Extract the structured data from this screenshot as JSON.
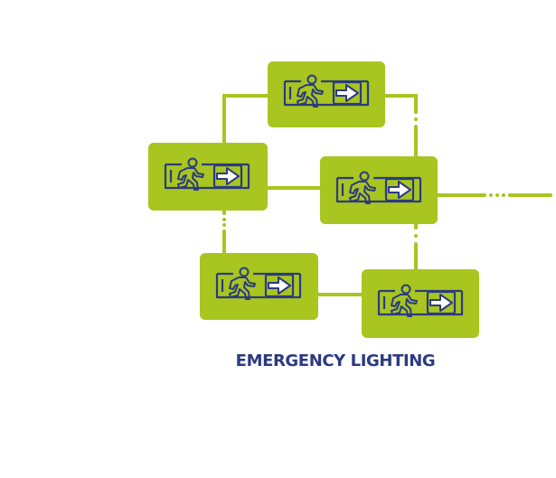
{
  "caption": "EMERGENCY LIGHTING",
  "colors": {
    "sign_green": "#a8c520",
    "connector_green": "#a8c520",
    "pictogram_navy": "#2b3a82",
    "caption_navy": "#2b3a82",
    "background": "#ffffff"
  },
  "diagram": {
    "nodes": [
      {
        "id": "top",
        "icon": "exit-sign-icon"
      },
      {
        "id": "left",
        "icon": "exit-sign-icon"
      },
      {
        "id": "center",
        "icon": "exit-sign-icon"
      },
      {
        "id": "bottom-left",
        "icon": "exit-sign-icon"
      },
      {
        "id": "bottom-right",
        "icon": "exit-sign-icon"
      }
    ],
    "edges": [
      {
        "from": "left",
        "to": "top"
      },
      {
        "from": "top",
        "to": "center"
      },
      {
        "from": "left",
        "to": "center"
      },
      {
        "from": "left",
        "to": "bottom-left"
      },
      {
        "from": "bottom-left",
        "to": "bottom-right"
      },
      {
        "from": "center",
        "to": "bottom-right"
      },
      {
        "from": "center",
        "to": "outgoing"
      }
    ]
  }
}
